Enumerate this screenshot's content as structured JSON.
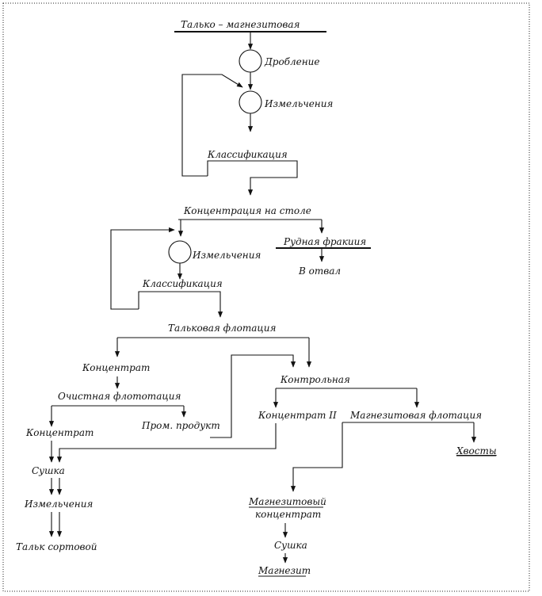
{
  "labels": {
    "title": "Талько – магнезитовая",
    "crushing": "Дробление",
    "grinding1": "Измельчения",
    "classification1": "Классификация",
    "table_concentration": "Концентрация на столе",
    "ore_fraction": "Рудная фракиия",
    "to_dump": "В отвал",
    "grinding2": "Измельчения",
    "classification2": "Классификация",
    "talc_flotation": "Тальковая флотация",
    "concentrate1": "Концентрат",
    "cleaner_flotation": "Очистная флототация",
    "middlings": "Пром. продукт",
    "control": "Контрольная",
    "concentrate_ii": "Концентрат II",
    "magnesite_flotation": "Магнезитовая  флотация",
    "concentrate2": "Концентрат",
    "drying1": "Сушка",
    "grinding3": "Измельчения",
    "talc_grade": "Тальк сортовой",
    "tailings": "Хвосты",
    "magnesite_conc_1": "Магнезитовый",
    "magnesite_conc_2": "концентрат",
    "drying2": "Сушка",
    "magnesite": "Магнезит"
  }
}
